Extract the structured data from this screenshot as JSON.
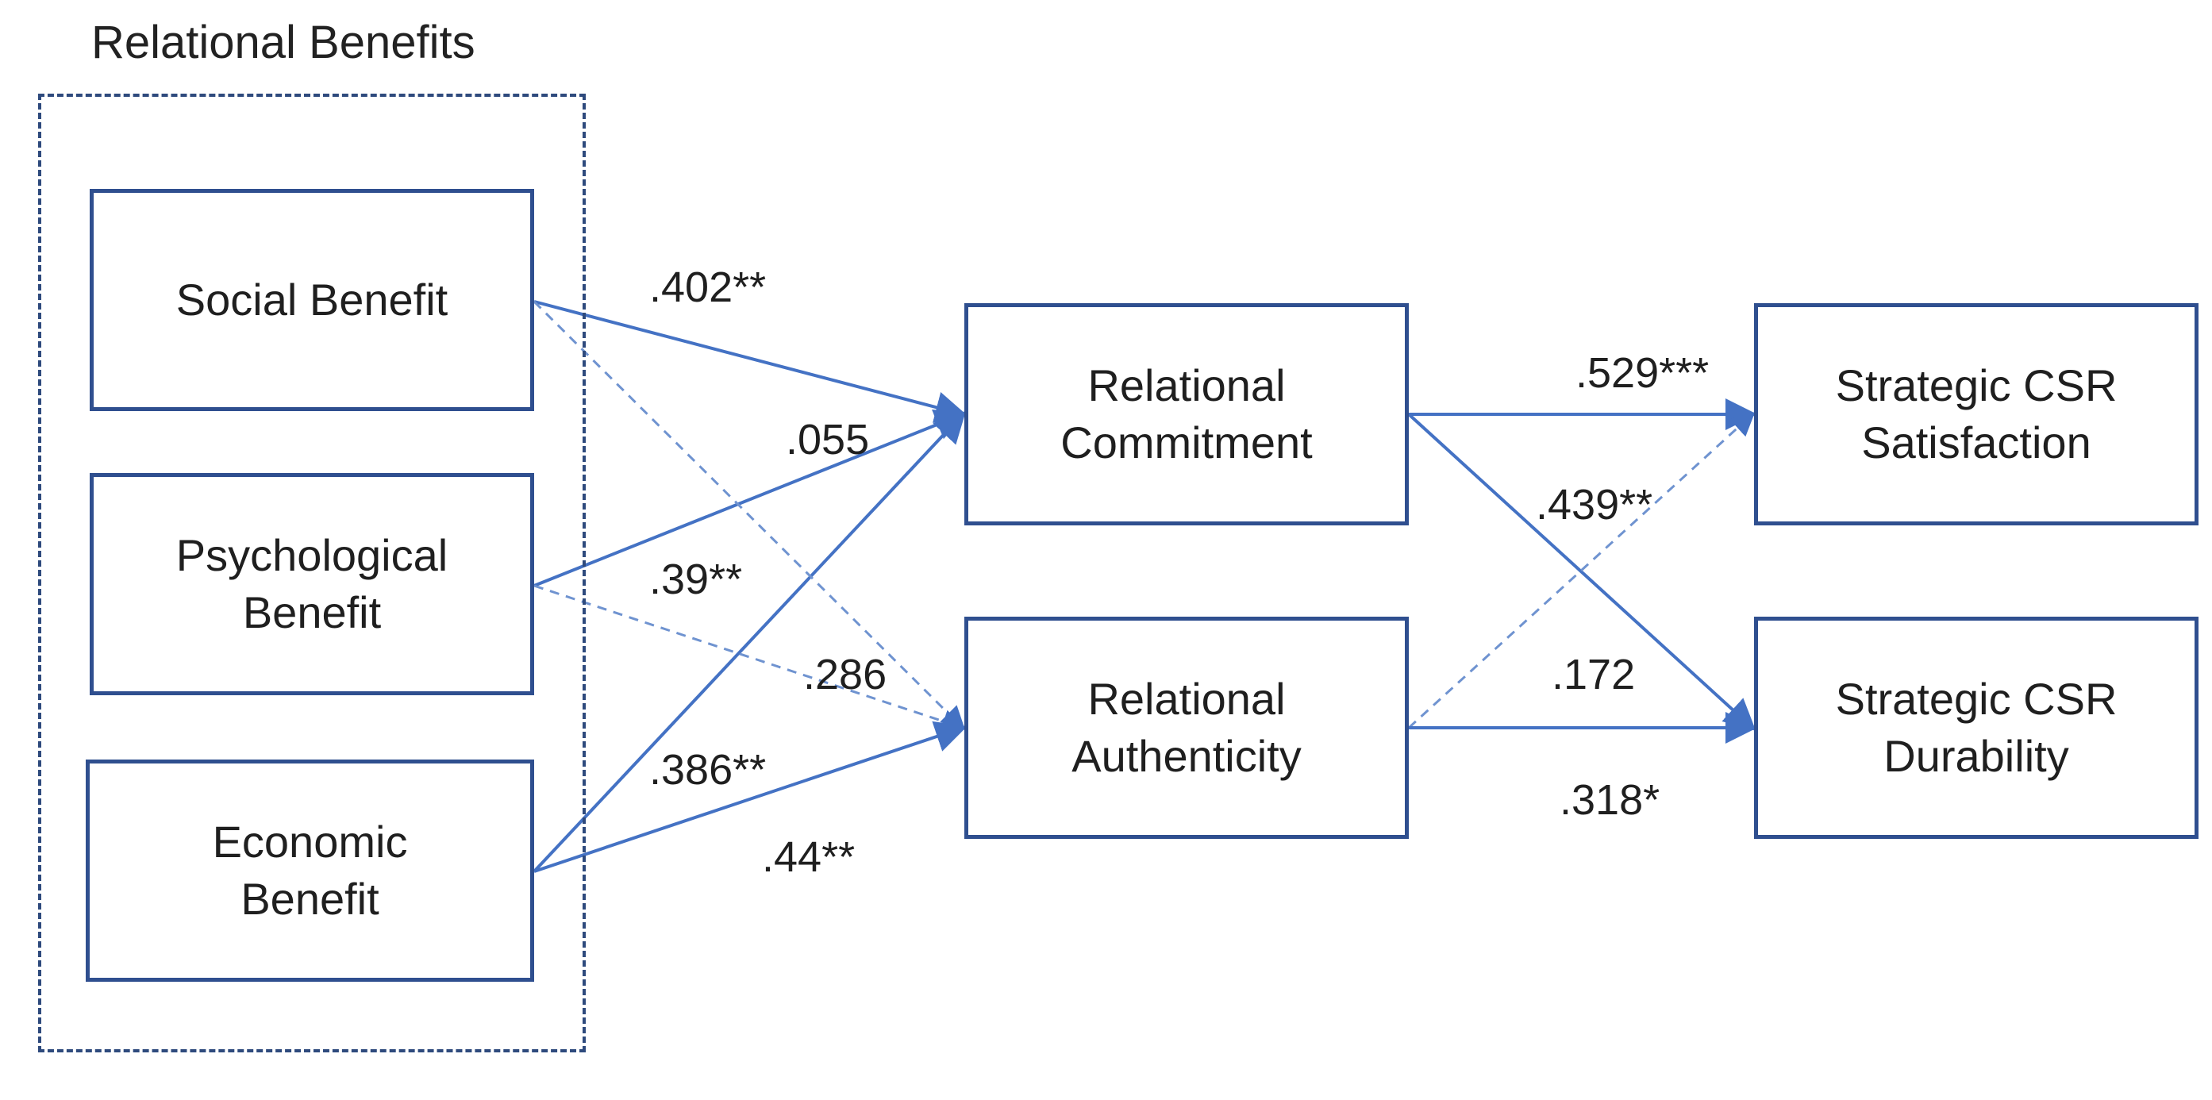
{
  "group": {
    "title": "Relational Benefits"
  },
  "nodes": {
    "social": "Social Benefit",
    "psychological": "Psychological\nBenefit",
    "economic": "Economic\nBenefit",
    "commitment": "Relational\nCommitment",
    "authenticity": "Relational\nAuthenticity",
    "satisfaction": "Strategic CSR\nSatisfaction",
    "durability": "Strategic CSR\nDurability"
  },
  "paths": [
    {
      "from": "Social Benefit",
      "to": "Relational Commitment",
      "coefficient": ".402**",
      "line": "solid"
    },
    {
      "from": "Psychological Benefit",
      "to": "Relational Commitment",
      "coefficient": ".055",
      "line": "solid"
    },
    {
      "from": "Social Benefit",
      "to": "Relational Authenticity",
      "coefficient": ".39**",
      "line": "dashed"
    },
    {
      "from": "Psychological Benefit",
      "to": "Relational Authenticity",
      "coefficient": ".286",
      "line": "dashed"
    },
    {
      "from": "Economic Benefit",
      "to": "Relational Commitment",
      "coefficient": ".386**",
      "line": "solid"
    },
    {
      "from": "Economic Benefit",
      "to": "Relational Authenticity",
      "coefficient": ".44**",
      "line": "solid"
    },
    {
      "from": "Relational Commitment",
      "to": "Strategic CSR Satisfaction",
      "coefficient": ".529***",
      "line": "solid"
    },
    {
      "from": "Relational Commitment",
      "to": "Strategic CSR Durability",
      "coefficient": ".439**",
      "line": "solid"
    },
    {
      "from": "Relational Authenticity",
      "to": "Strategic CSR Satisfaction",
      "coefficient": ".172",
      "line": "dashed"
    },
    {
      "from": "Relational Authenticity",
      "to": "Strategic CSR Durability",
      "coefficient": ".318*",
      "line": "solid"
    }
  ],
  "colors": {
    "box_border": "#2f4f8f",
    "group_border": "#2e4a7d",
    "arrow": "#4472c4",
    "text": "#1f1f1f"
  }
}
